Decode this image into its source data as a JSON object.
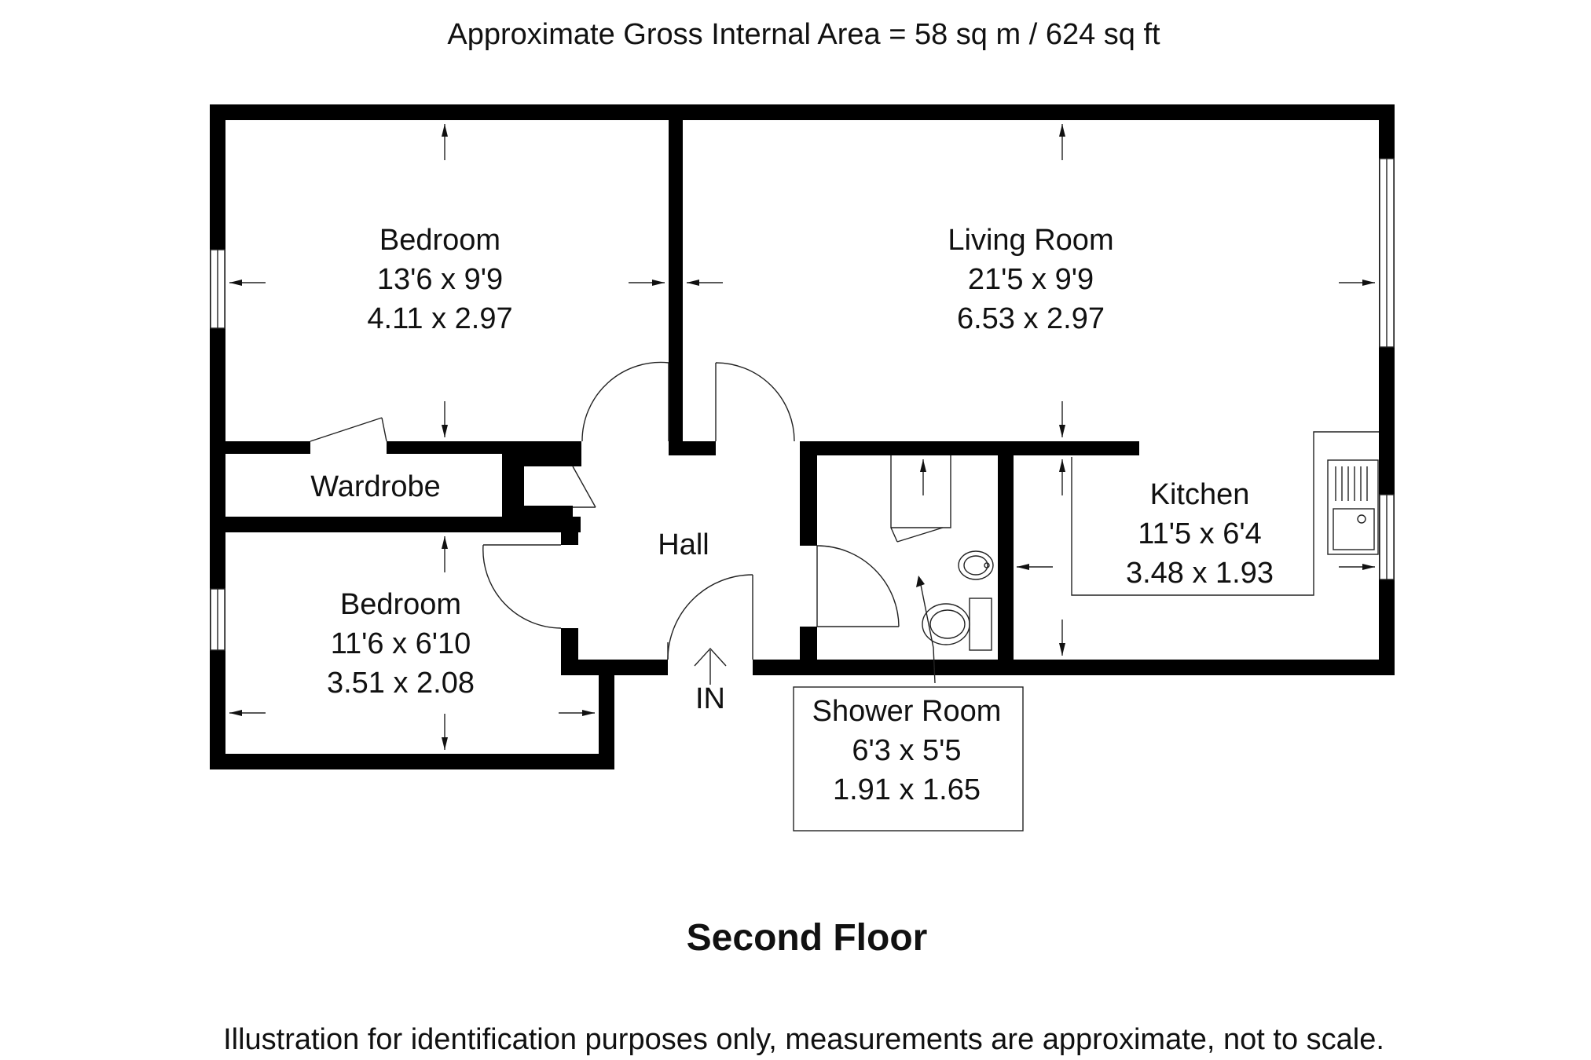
{
  "header": {
    "area_text": "Approximate Gross Internal Area = 58 sq m / 624 sq ft"
  },
  "rooms": {
    "bedroom1": {
      "name": "Bedroom",
      "imperial": "13'6 x 9'9",
      "metric": "4.11 x 2.97"
    },
    "living": {
      "name": "Living Room",
      "imperial": "21'5 x 9'9",
      "metric": "6.53 x 2.97"
    },
    "wardrobe": {
      "name": "Wardrobe"
    },
    "hall": {
      "name": "Hall"
    },
    "kitchen": {
      "name": "Kitchen",
      "imperial": "11'5 x 6'4",
      "metric": "3.48 x 1.93"
    },
    "bedroom2": {
      "name": "Bedroom",
      "imperial": "11'6 x 6'10",
      "metric": "3.51 x 2.08"
    },
    "shower_room": {
      "name": "Shower Room",
      "imperial": "6'3 x 5'5",
      "metric": "1.91 x 1.65"
    }
  },
  "entrance": {
    "label": "IN"
  },
  "floor": {
    "title": "Second Floor"
  },
  "footer": {
    "disclaimer": "Illustration for identification purposes only, measurements are approximate, not to scale."
  }
}
